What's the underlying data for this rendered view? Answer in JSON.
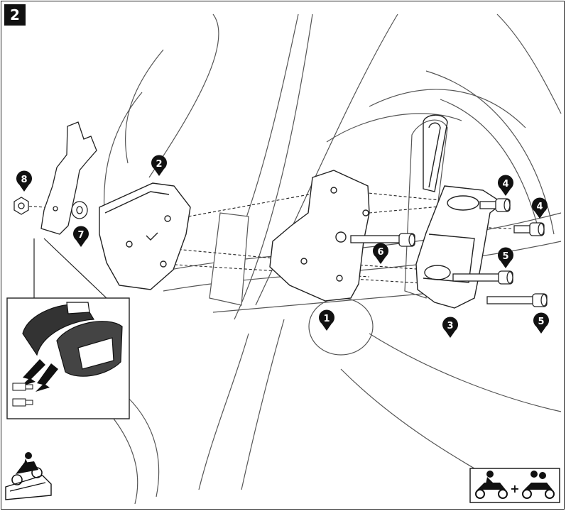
{
  "step": {
    "number": "2"
  },
  "callouts": [
    {
      "label": "1",
      "part": "mounting-plate"
    },
    {
      "label": "2",
      "part": "heat-shield-plate"
    },
    {
      "label": "3",
      "part": "bracket-block"
    },
    {
      "label": "4",
      "part": "short-bolt-upper"
    },
    {
      "label": "4",
      "part": "short-bolt-lower"
    },
    {
      "label": "5",
      "part": "long-bolt-upper"
    },
    {
      "label": "5",
      "part": "long-bolt-lower"
    },
    {
      "label": "6",
      "part": "center-bolt"
    },
    {
      "label": "7",
      "part": "washer"
    },
    {
      "label": "8",
      "part": "nut"
    }
  ],
  "icons": {
    "inset": "side-case-detail-icon",
    "rider": "rider-on-ramp-icon",
    "passenger": "rider-plus-passenger-icon"
  },
  "passenger_badge": {
    "symbol": "+"
  },
  "colors": {
    "ink": "#111111",
    "line": "#222222",
    "faint": "#555555",
    "paper": "#ffffff"
  }
}
